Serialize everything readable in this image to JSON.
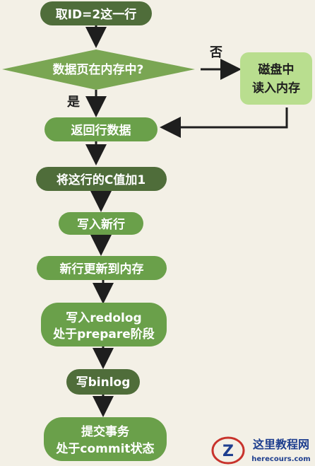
{
  "nodes": {
    "fetch_row": "取ID=2这一行",
    "in_memory_question": "数据页在内存中?",
    "read_from_disk": [
      "磁盘中",
      "读入内存"
    ],
    "return_row": "返回行数据",
    "add_one": "将这行的C值加1",
    "write_new_row": "写入新行",
    "update_memory": "新行更新到内存",
    "write_redolog": [
      "写入redolog",
      "处于prepare阶段"
    ],
    "write_binlog": "写binlog",
    "commit": [
      "提交事务",
      "处于commit状态"
    ]
  },
  "edges": {
    "no_label": "否",
    "yes_label": "是"
  },
  "watermark": {
    "title": "这里教程网",
    "url": "herecours.com"
  },
  "colors": {
    "node_dark": "#4f6d3a",
    "node_light": "#6aa04a",
    "diamond": "#7aa653",
    "disk_box": "#b9de8f",
    "arrow": "#1e1e1e",
    "background": "#f3f0e6"
  }
}
